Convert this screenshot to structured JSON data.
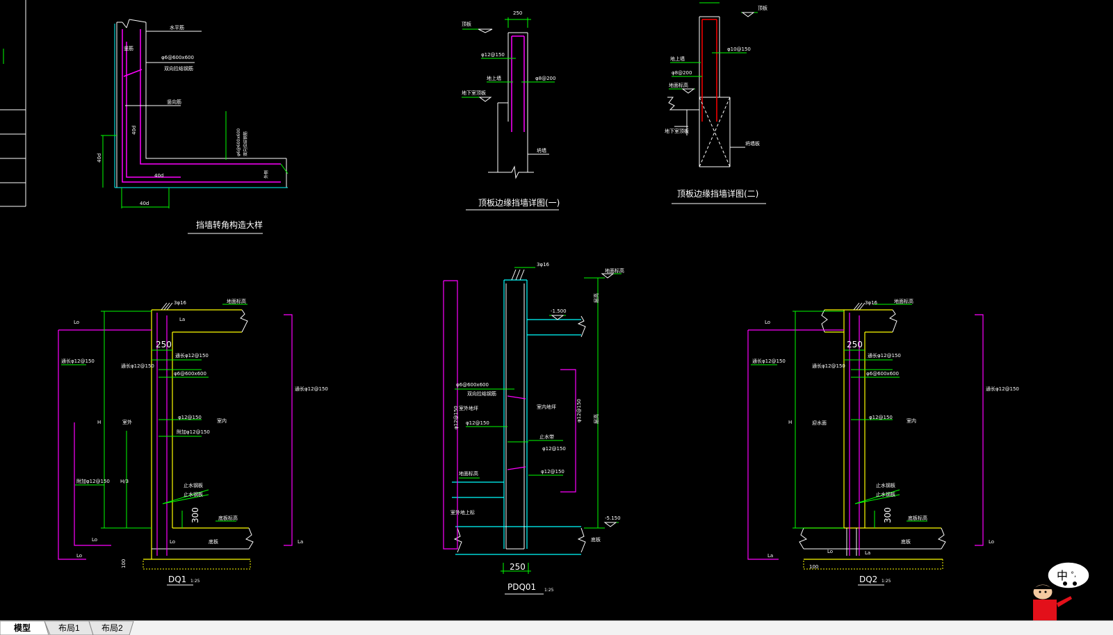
{
  "tabs": [
    {
      "label": "模型",
      "active": true
    },
    {
      "label": "布局1",
      "active": false
    },
    {
      "label": "布局2",
      "active": false
    }
  ],
  "ime_badge": {
    "label": "中",
    "extra": "°,"
  },
  "drawings": {
    "corner": {
      "title": "挡墙转角构造大样",
      "labels": [
        "水平筋",
        "竖筋",
        "φ6@600x600",
        "双向拉结钢筋",
        "竖向筋",
        "40d",
        "40d",
        "40d",
        "40d",
        "φ6@600x600",
        "双向拉结钢筋",
        "外侧"
      ]
    },
    "edge1": {
      "title": "顶板边缘挡墙详图(一)",
      "labels": [
        "250",
        "顶板",
        "φ12@150",
        "地上墙",
        "φ8@200",
        "地下室顶板",
        "坍墙"
      ]
    },
    "edge2": {
      "title": "顶板边缘挡墙详图(二)",
      "labels": [
        "顶板",
        "φ10@150",
        "地上墙",
        "φ8@200",
        "地面标高",
        "地下室顶板",
        "坍墙板"
      ]
    },
    "d01": {
      "title": "DQ1",
      "scale": "1:25",
      "labels": [
        "3φ16",
        "地面标高",
        "Lo",
        "La",
        "250",
        "通长φ12@150",
        "通长φ12@150",
        "通长φ12@150",
        "φ6@600x600",
        "H",
        "φ12@150",
        "室外",
        "室内",
        "附加φ12@150",
        "H/3",
        "附加φ12@150",
        "止水钢板",
        "止水钢板",
        "300",
        "底板标高",
        "底板",
        "Lo",
        "Lo",
        "Lo",
        "La",
        "100",
        "通长φ12@150"
      ]
    },
    "pdq01": {
      "title": "PDQ01",
      "scale": "1:25",
      "labels": [
        "3φ16",
        "地面标高",
        "-1.500",
        "层高",
        "φ6@600x600",
        "双向拉结钢筋",
        "室外地坪",
        "φ12@150",
        "室内地坪",
        "φ12@150",
        "φ12@150",
        "止水带",
        "φ12@150",
        "地面标高",
        "φ12@150",
        "层高",
        "室外地上标",
        "-5.150",
        "底板",
        "250"
      ]
    },
    "d02": {
      "title": "DQ2",
      "scale": "1:25",
      "labels": [
        "3φ16",
        "地面标高",
        "Lo",
        "250",
        "通长φ12@150",
        "通长φ12@150",
        "通长φ12@150",
        "φ6@600x600",
        "H",
        "φ12@150",
        "迎水面",
        "室内",
        "止水钢板",
        "止水钢板",
        "300",
        "底板标高",
        "底板",
        "Lo",
        "La",
        "La",
        "100",
        "通长φ12@150",
        "Lo"
      ]
    }
  }
}
